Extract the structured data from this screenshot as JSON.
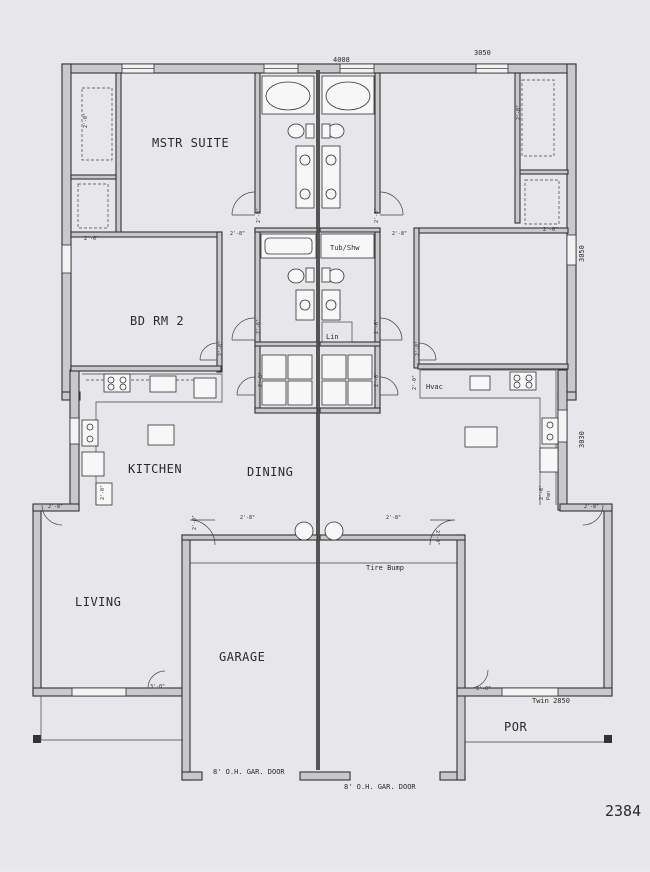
{
  "rooms": {
    "master_suite": "MSTR SUITE",
    "bedroom_2": "BD RM 2",
    "kitchen": "KITCHEN",
    "dining": "DINING",
    "living": "LIVING",
    "garage": "GARAGE",
    "porch": "POR"
  },
  "notes": {
    "tub_shower": "Tub/Shw",
    "linen": "Lin",
    "hvac": "Hvac",
    "tire_bump": "Tire Bump",
    "garage_door_left": "8' O.H. GAR. DOOR",
    "garage_door_right": "8' O.H. GAR. DOOR",
    "pantry": "Pan",
    "twin_window": "Twin 2850"
  },
  "window_sizes": {
    "top_center": "4008",
    "top_right": "3050",
    "right_upper": "3050",
    "right_lower": "3030"
  },
  "door_sizes": {
    "two_zero": "2'-0\"",
    "two_six": "2'-6\"",
    "two_eight": "2'-8\"",
    "three_zero": "3'-0\""
  },
  "sheet_number": "2384"
}
